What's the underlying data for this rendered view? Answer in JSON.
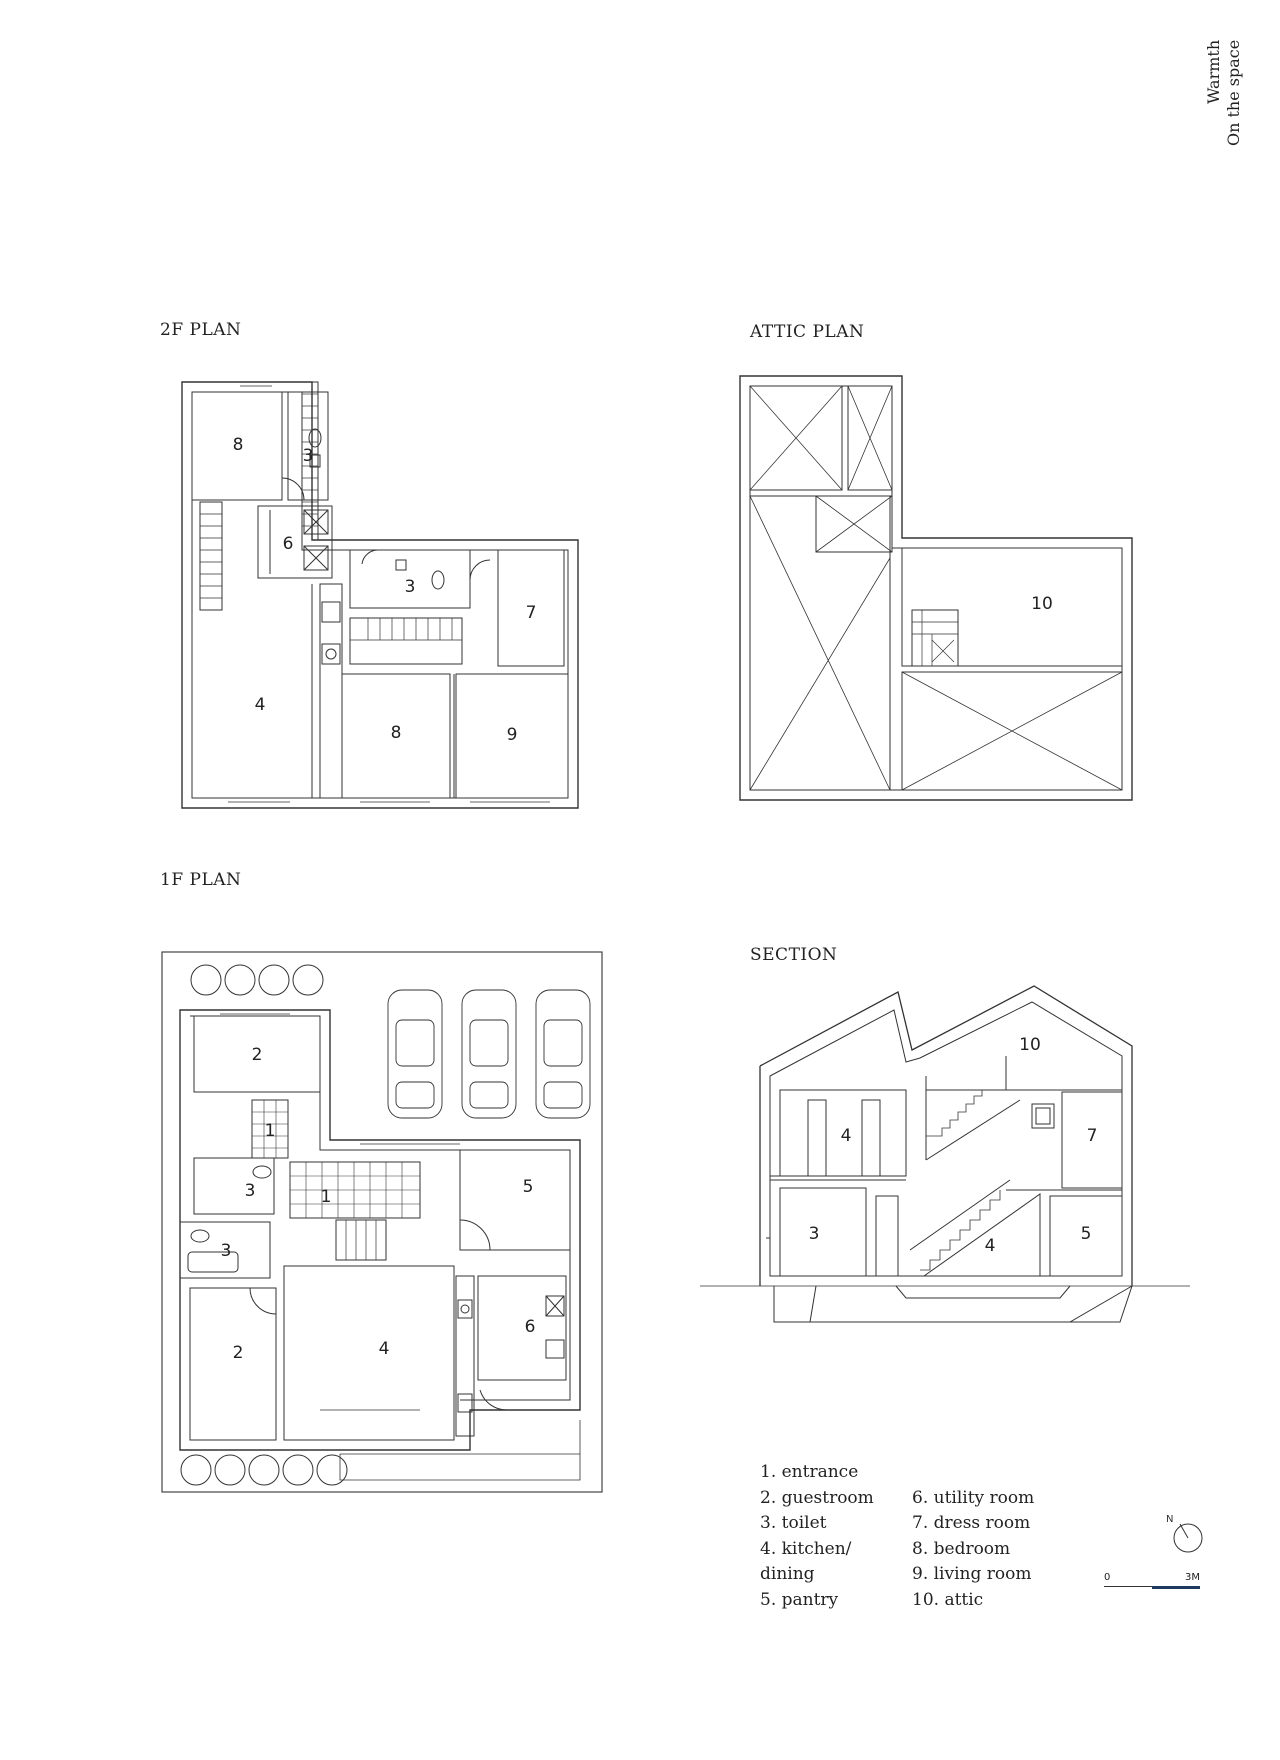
{
  "header": {
    "line1": "Warmth",
    "line2": "On the space"
  },
  "titles": {
    "plan_2f": "2F PLAN",
    "plan_attic": "ATTIC PLAN",
    "plan_1f": "1F PLAN",
    "section": "SECTION"
  },
  "rooms_2f": {
    "r8a": "8",
    "r3a": "3",
    "r6": "6",
    "r3b": "3",
    "r7": "7",
    "r4": "4",
    "r8b": "8",
    "r9": "9"
  },
  "rooms_attic": {
    "r10": "10"
  },
  "rooms_1f": {
    "r2a": "2",
    "r1a": "1",
    "r3a": "3",
    "r1b": "1",
    "r5": "5",
    "r3b": "3",
    "r2b": "2",
    "r4": "4",
    "r6": "6"
  },
  "rooms_section": {
    "r10": "10",
    "r4a": "4",
    "r7": "7",
    "r3": "3",
    "r4b": "4",
    "r5": "5"
  },
  "legend": {
    "col1": [
      "1. entrance",
      "2. guestroom",
      "3. toilet",
      "4. kitchen/",
      "dining",
      "5. pantry"
    ],
    "col2": [
      "6. utility room",
      "7. dress room",
      "8. bedroom",
      "9. living room",
      "10. attic"
    ]
  },
  "north_label": "N",
  "scale": {
    "start": "0",
    "end": "3M"
  },
  "colors": {
    "line": "#333333",
    "scale_bar": "#1f3a5f"
  }
}
